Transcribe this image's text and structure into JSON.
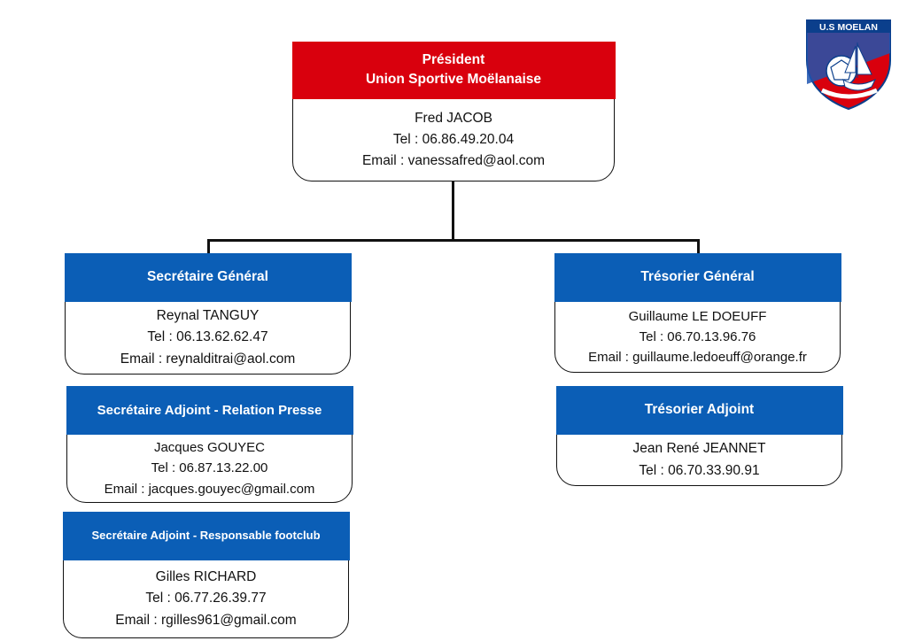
{
  "logo": {
    "text": "U.S MOELAN",
    "icon": "club-crest-shield-icon"
  },
  "colors": {
    "header_red": "#d9000d",
    "header_blue": "#0b5eb6",
    "border": "#111111"
  },
  "president": {
    "title": "Président",
    "subtitle": "Union Sportive Moëlanaise",
    "name": "Fred JACOB",
    "tel": "Tel : 06.86.49.20.04",
    "email": "Email : vanessafred@aol.com"
  },
  "secretaire_general": {
    "title": "Secrétaire Général",
    "name": "Reynal TANGUY",
    "tel": "Tel :  06.13.62.62.47",
    "email": "Email : reynalditrai@aol.com"
  },
  "secretaire_adjoint_presse": {
    "title": "Secrétaire Adjoint - Relation Presse",
    "name": "Jacques GOUYEC",
    "tel": "Tel : 06.87.13.22.00",
    "email": "Email : jacques.gouyec@gmail.com"
  },
  "secretaire_adjoint_footclub": {
    "title": "Secrétaire Adjoint - Responsable footclub",
    "name": "Gilles RICHARD",
    "tel": "Tel : 06.77.26.39.77",
    "email": "Email : rgilles961@gmail.com"
  },
  "tresorier_general": {
    "title": "Trésorier Général",
    "name": "Guillaume LE DOEUFF",
    "tel": "Tel : 06.70.13.96.76",
    "email": "Email : guillaume.ledoeuff@orange.fr"
  },
  "tresorier_adjoint": {
    "title": "Trésorier Adjoint",
    "name": "Jean René JEANNET",
    "tel": "Tel : 06.70.33.90.91"
  }
}
